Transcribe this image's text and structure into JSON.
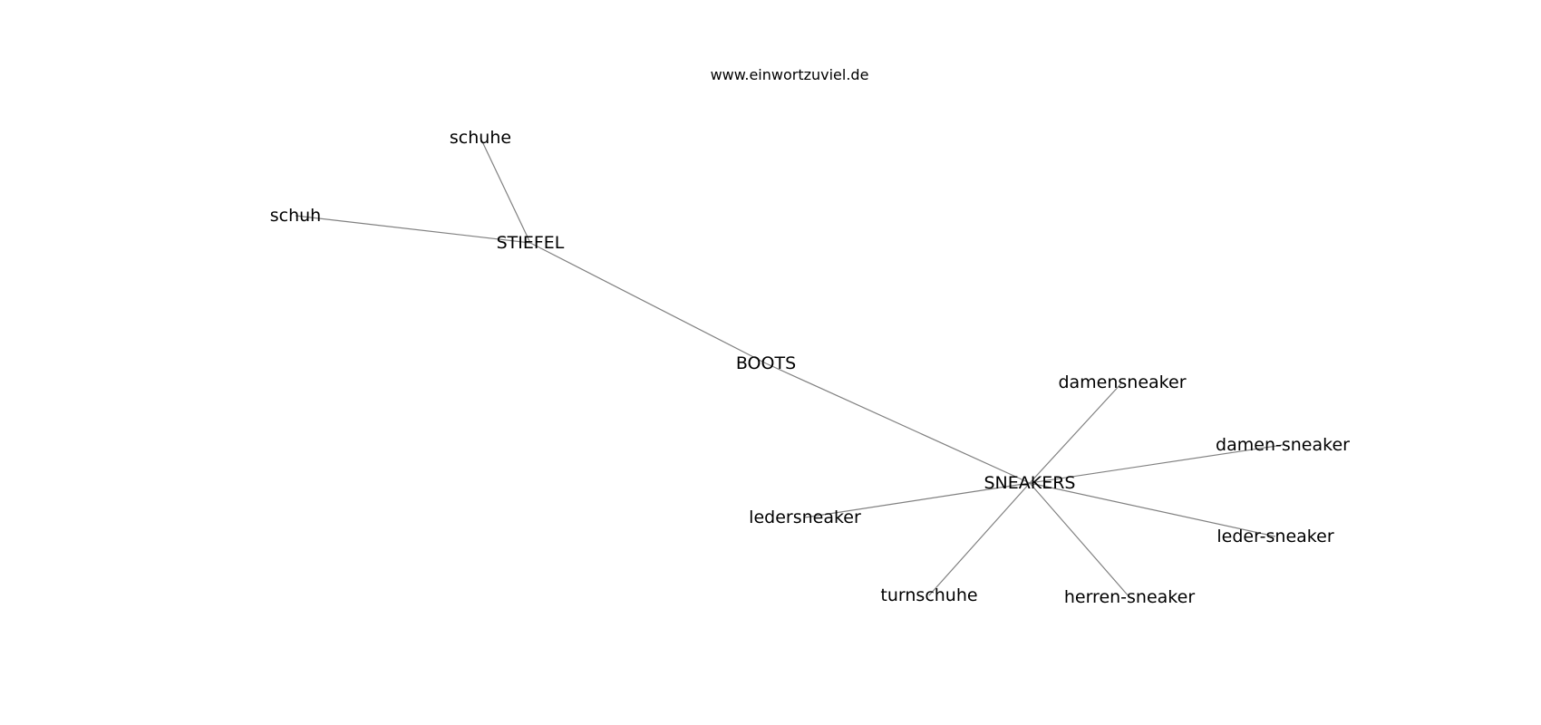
{
  "watermark": "www.einwortzuviel.de",
  "nodes": [
    {
      "id": "boots",
      "label": "BOOTS"
    },
    {
      "id": "stiefel",
      "label": "STIEFEL"
    },
    {
      "id": "schuhe",
      "label": "schuhe"
    },
    {
      "id": "schuh",
      "label": "schuh"
    },
    {
      "id": "sneakers",
      "label": "SNEAKERS"
    },
    {
      "id": "damensneaker",
      "label": "damensneaker"
    },
    {
      "id": "damen-sneaker",
      "label": "damen-sneaker"
    },
    {
      "id": "leder-sneaker",
      "label": "leder-sneaker"
    },
    {
      "id": "herren-sneaker",
      "label": "herren-sneaker"
    },
    {
      "id": "turnschuhe",
      "label": "turnschuhe"
    },
    {
      "id": "ledersneaker",
      "label": "ledersneaker"
    }
  ],
  "edges": [
    {
      "from": "stiefel",
      "to": "schuhe"
    },
    {
      "from": "stiefel",
      "to": "schuh"
    },
    {
      "from": "stiefel",
      "to": "boots"
    },
    {
      "from": "boots",
      "to": "sneakers"
    },
    {
      "from": "sneakers",
      "to": "damensneaker"
    },
    {
      "from": "sneakers",
      "to": "damen-sneaker"
    },
    {
      "from": "sneakers",
      "to": "leder-sneaker"
    },
    {
      "from": "sneakers",
      "to": "herren-sneaker"
    },
    {
      "from": "sneakers",
      "to": "turnschuhe"
    },
    {
      "from": "sneakers",
      "to": "ledersneaker"
    }
  ]
}
